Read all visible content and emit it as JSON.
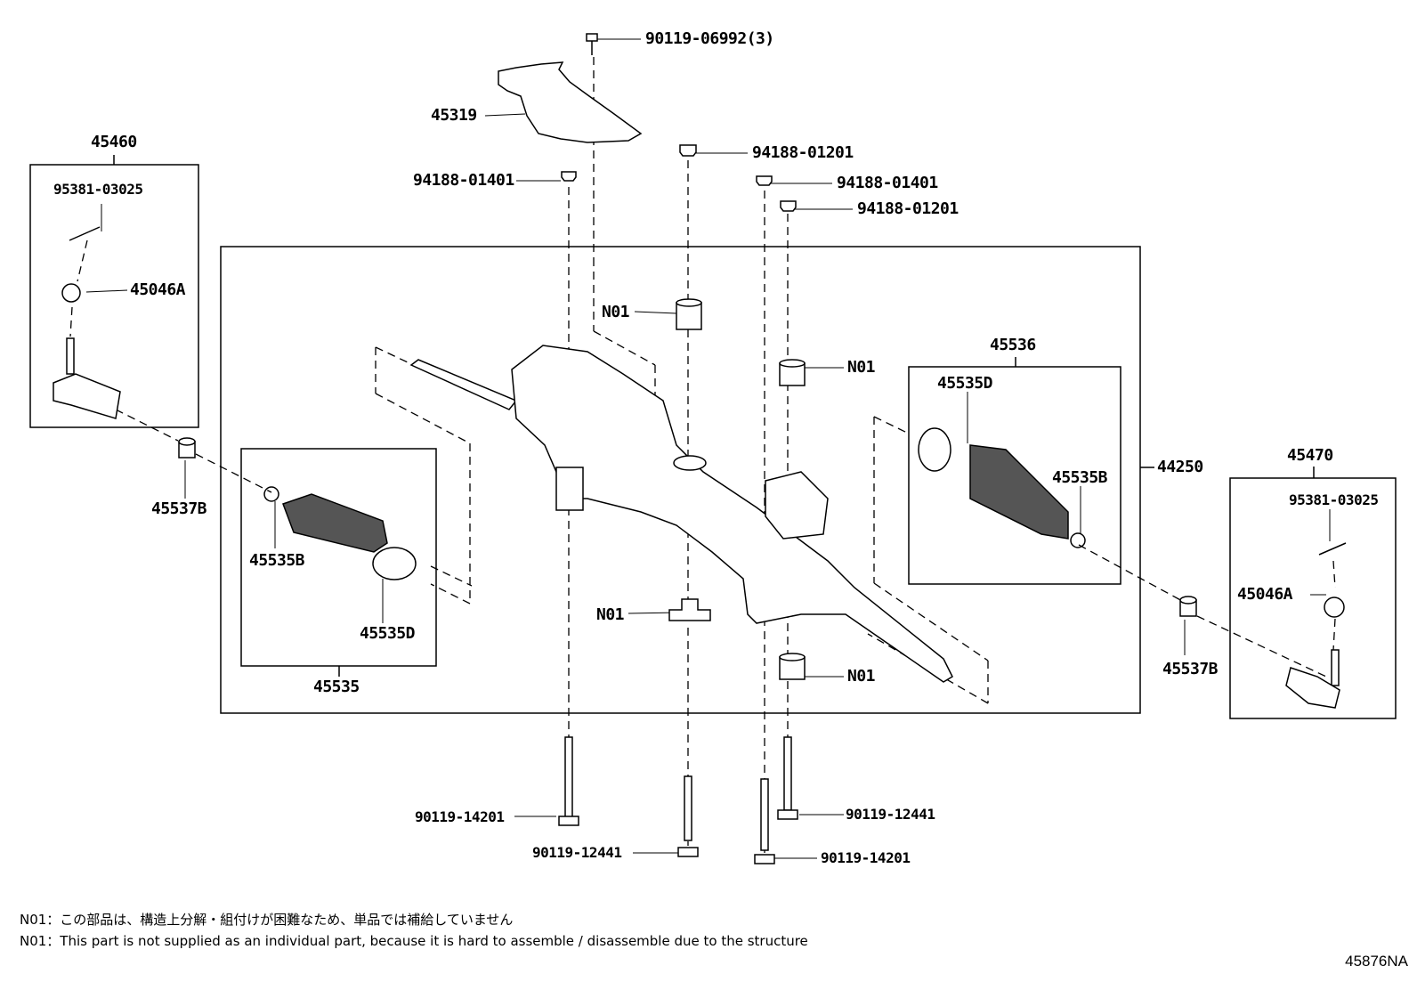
{
  "parts": {
    "p45319": "45319",
    "p90119_06992": "90119-06992(3)",
    "p94188_01401_a": "94188-01401",
    "p94188_01201_a": "94188-01201",
    "p94188_01401_b": "94188-01401",
    "p94188_01201_b": "94188-01201",
    "p45460": "45460",
    "p95381_03025_a": "95381-03025",
    "p45046A_a": "45046A",
    "p45537B_a": "45537B",
    "n01_a": "N01",
    "n01_b": "N01",
    "n01_c": "N01",
    "n01_d": "N01",
    "p45536": "45536",
    "p45535D_a": "45535D",
    "p45535B_a": "45535B",
    "p44250": "44250",
    "p45470": "45470",
    "p95381_03025_b": "95381-03025",
    "p45046A_b": "45046A",
    "p45537B_b": "45537B",
    "p45535B_b": "45535B",
    "p45535D_b": "45535D",
    "p45535": "45535",
    "p90119_14201_a": "90119-14201",
    "p90119_12441_a": "90119-12441",
    "p90119_12441_b": "90119-12441",
    "p90119_14201_b": "90119-14201"
  },
  "notes": {
    "jp": "N01：この部品は、構造上分解・組付けが困難なため、単品では補給していません",
    "en": "N01：This part is not supplied as an individual part, because it is hard to assemble / disassemble due to the structure"
  },
  "diagram_code": "45876NA"
}
